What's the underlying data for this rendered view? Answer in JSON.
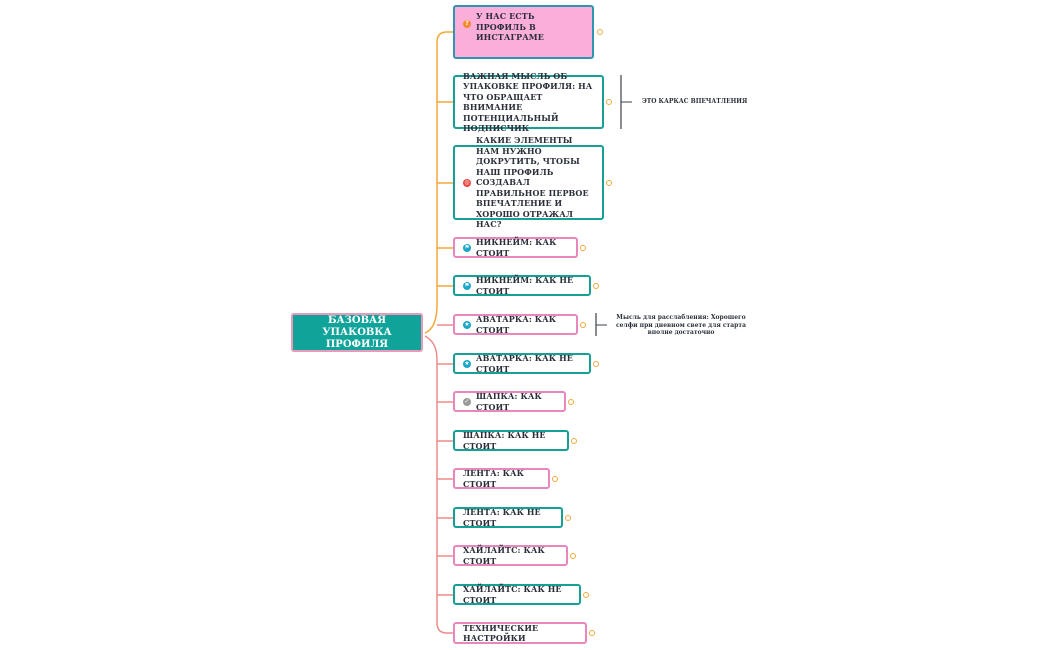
{
  "root": {
    "label": "БАЗОВАЯ УПАКОВКА ПРОФИЛЯ"
  },
  "colors": {
    "teal": "#16a095",
    "pink": "#e887bd",
    "orange_branch": "#f2a93b",
    "pink_branch": "#ef8a8a",
    "filled_pink": "#fcaedb",
    "root_fill": "#0fa39a"
  },
  "nodes": [
    {
      "label": "У НАС ЕСТЬ ПРОФИЛЬ В ИНСТАГРАМЕ",
      "icon": "question-icon",
      "icon_color": "#f2892b",
      "style": "filled"
    },
    {
      "label": "ВАЖНАЯ МЫСЛЬ ОБ УПАКОВКЕ ПРОФИЛЯ: НА ЧТО ОБРАЩАЕТ ВНИМАНИЕ ПОТЕНЦИАЛЬНЫЙ ПОДПИСЧИК",
      "icon": "",
      "style": "teal"
    },
    {
      "label": "КАКИЕ ЭЛЕМЕНТЫ НАМ НУЖНО ДОКРУТИТЬ, ЧТОБЫ НАШ ПРОФИЛЬ СОЗДАВАЛ ПРАВИЛЬНОЕ ПЕРВОЕ ВПЕЧАТЛЕНИЕ И ХОРОШО ОТРАЖАЛ НАС?",
      "icon": "target-icon",
      "icon_color": "#e6473f",
      "style": "teal"
    },
    {
      "label": "НИКНЕЙМ: КАК СТОИТ",
      "icon": "flag-icon",
      "icon_color": "#1ba7c9",
      "style": "pink"
    },
    {
      "label": "НИКНЕЙМ: КАК НЕ СТОИТ",
      "icon": "flag-icon",
      "icon_color": "#1ba7c9",
      "style": "teal"
    },
    {
      "label": "АВАТАРКА: КАК СТОИТ",
      "icon": "star-icon",
      "icon_color": "#1ba7c9",
      "style": "pink"
    },
    {
      "label": "АВАТАРКА: КАК НЕ СТОИТ",
      "icon": "star-icon",
      "icon_color": "#1ba7c9",
      "style": "teal"
    },
    {
      "label": "ШАПКА: КАК СТОИТ",
      "icon": "check-icon",
      "icon_color": "#9a9a9a",
      "style": "pink"
    },
    {
      "label": "ШАПКА: КАК НЕ СТОИТ",
      "icon": "",
      "style": "teal"
    },
    {
      "label": "ЛЕНТА: КАК СТОИТ",
      "icon": "",
      "style": "pink"
    },
    {
      "label": "ЛЕНТА: КАК НЕ СТОИТ",
      "icon": "",
      "style": "teal"
    },
    {
      "label": "ХАЙЛАЙТС: КАК СТОИТ",
      "icon": "",
      "style": "pink"
    },
    {
      "label": "ХАЙЛАЙТС: КАК НЕ СТОИТ",
      "icon": "",
      "style": "teal"
    },
    {
      "label": "ТЕХНИЧЕСКИЕ НАСТРОЙКИ",
      "icon": "",
      "style": "pink"
    }
  ],
  "notes": [
    {
      "label": "ЭТО КАРКАС ВПЕЧАТЛЕНИЯ"
    },
    {
      "label": "Мысль для расслабления: Хорошего селфи при дневном свете для старта вполне достаточно"
    }
  ]
}
